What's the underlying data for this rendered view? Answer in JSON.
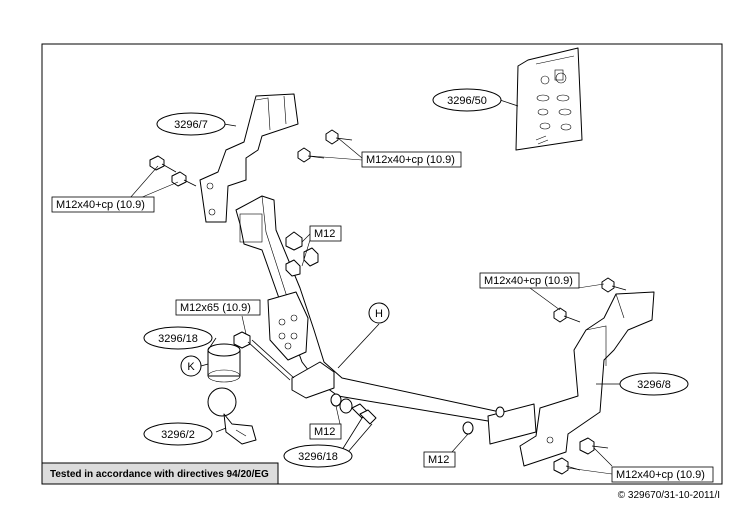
{
  "labels": {
    "kit_accessory": "3296/50",
    "left_bracket": "3296/7",
    "right_bracket": "3296/8",
    "ball_cover": "3296/18",
    "ball_cover_bottom": "3296/18",
    "ball": "3296/2",
    "bolt_top": "M12x40+cp (10.9)",
    "bolt_left": "M12x40+cp (10.9)",
    "bolt_right_top": "M12x40+cp (10.9)",
    "bolt_right_bottom": "M12x40+cp (10.9)",
    "nut_top": "M12",
    "nut_bottom": "M12",
    "nut_right": "M12",
    "ball_bolt": "M12x65 (10.9)",
    "marker_h": "H",
    "marker_k": "K"
  },
  "footer": {
    "approval_note": "Tested in accordance with directives 94/20/EG",
    "copyright": "© 329670/31-10-2011/I"
  }
}
